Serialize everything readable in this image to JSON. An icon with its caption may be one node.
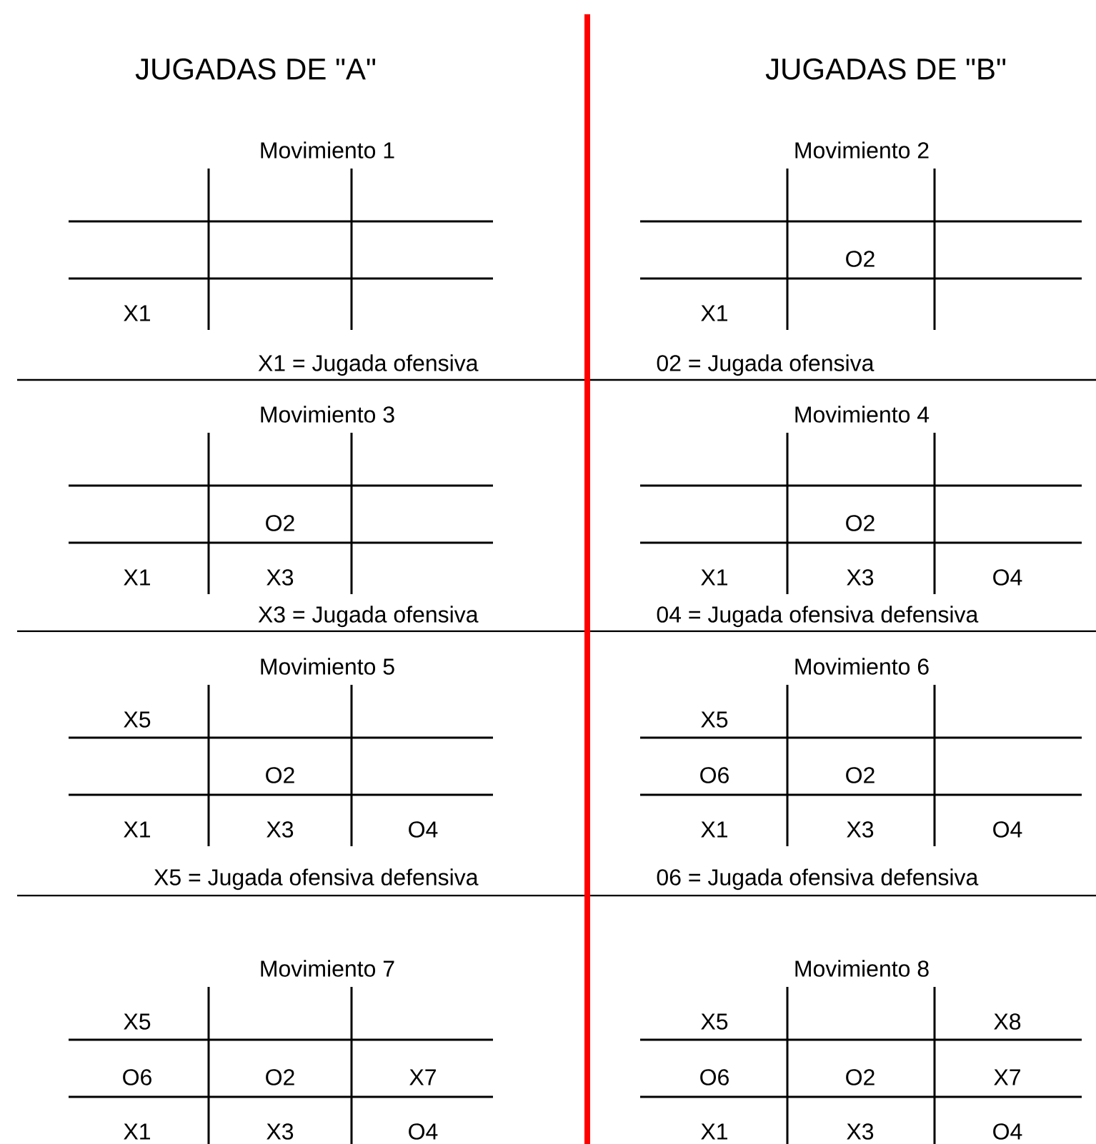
{
  "diagram": {
    "labels": [
      "JUGADAS DE \"A\"",
      "JUGADAS DE \"B\"",
      "Movimiento 1",
      "X1",
      "X1 = Jugada ofensiva",
      "Movimiento 2",
      "O2",
      "X1",
      "02 = Jugada ofensiva",
      "Movimiento 3",
      "O2",
      "X1",
      "X3",
      "X3 = Jugada ofensiva",
      "Movimiento 4",
      "O2",
      "X1",
      "X3",
      "O4",
      "04 = Jugada ofensiva defensiva",
      "Movimiento 5",
      "X5",
      "O2",
      "X1",
      "X3",
      "O4",
      "X5 = Jugada ofensiva defensiva",
      "Movimiento 6",
      "X5",
      "O6",
      "O2",
      "X1",
      "X3",
      "O4",
      "06 = Jugada ofensiva defensiva",
      "Movimiento 7",
      "X5",
      "O6",
      "O2",
      "X7",
      "X1",
      "X3",
      "O4",
      "Movimiento 8",
      "X5",
      "X8",
      "O6",
      "O2",
      "X7",
      "X1",
      "X3",
      "O4"
    ]
  }
}
